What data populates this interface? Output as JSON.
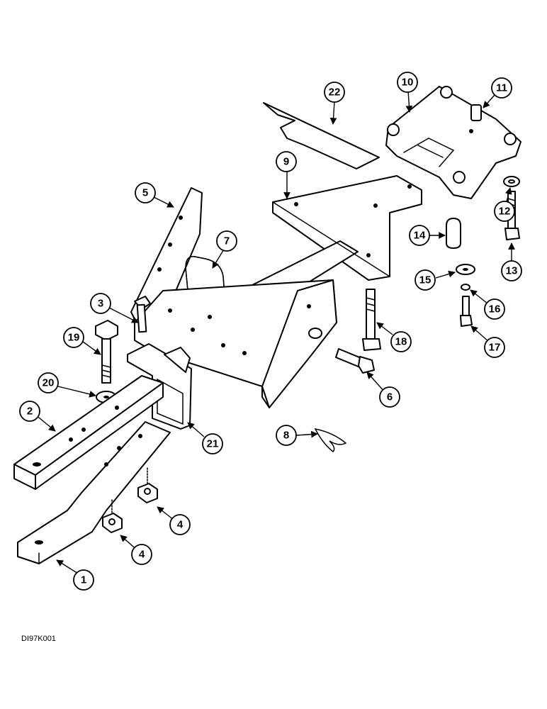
{
  "diagram": {
    "reference_code": "DI97K001",
    "callouts": [
      "1",
      "2",
      "3",
      "4",
      "4",
      "5",
      "6",
      "7",
      "8",
      "9",
      "10",
      "11",
      "12",
      "13",
      "14",
      "15",
      "16",
      "17",
      "18",
      "19",
      "20",
      "21",
      "22"
    ]
  }
}
